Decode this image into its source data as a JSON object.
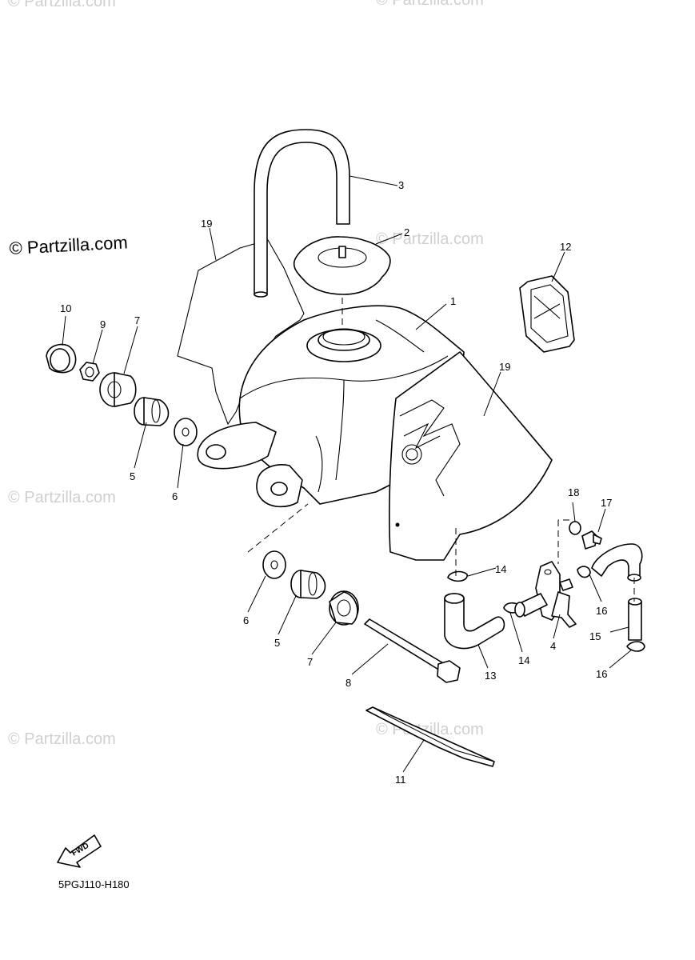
{
  "watermarks": {
    "main": "© Partzilla.com",
    "light": "© Partzilla.com"
  },
  "diagram_code": "5PGJ110-H180",
  "fwd_label": "FWD",
  "callouts": {
    "c1": "1",
    "c2": "2",
    "c3": "3",
    "c4": "4",
    "c5a": "5",
    "c5b": "5",
    "c6a": "6",
    "c6b": "6",
    "c7a": "7",
    "c7b": "7",
    "c8": "8",
    "c9": "9",
    "c10": "10",
    "c11": "11",
    "c12": "12",
    "c13": "13",
    "c14a": "14",
    "c14b": "14",
    "c15": "15",
    "c16a": "16",
    "c16b": "16",
    "c17": "17",
    "c18": "18",
    "c19a": "19",
    "c19b": "19"
  }
}
